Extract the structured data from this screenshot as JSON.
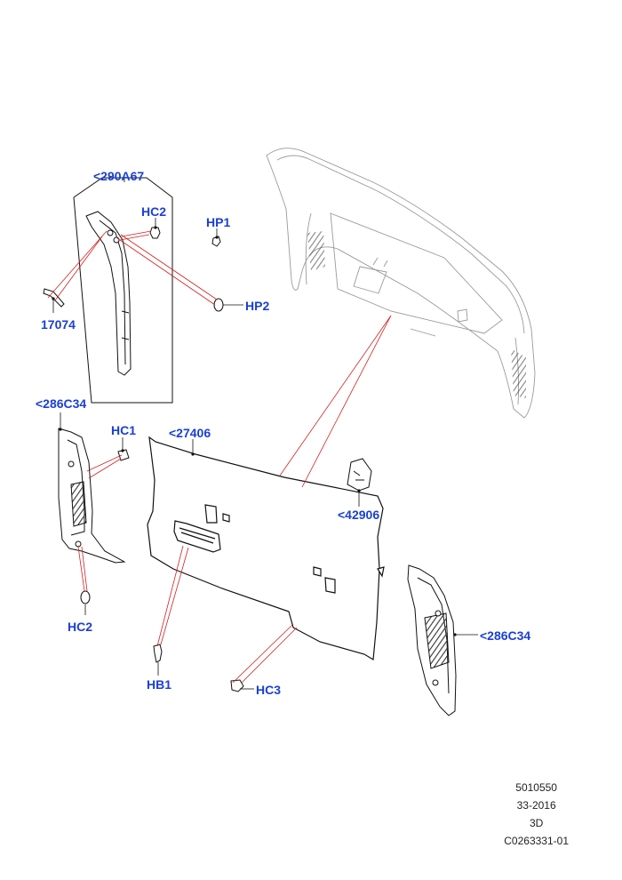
{
  "colors": {
    "callout": "#1a3fd6",
    "leader": "#d42020",
    "outline": "#111111",
    "ghost": "#9a9a9a",
    "hatch": "#333333"
  },
  "callouts": {
    "upper_trim": "<290A67",
    "hc2_top": "HC2",
    "hp1": "HP1",
    "hp2": "HP2",
    "part_17074": "17074",
    "left_trim": "<286C34",
    "hc1": "HC1",
    "main_trim": "<27406",
    "cover_42906": "<42906",
    "hc2_bottom": "HC2",
    "right_trim": "<286C34",
    "hb1": "HB1",
    "hc3": "HC3"
  },
  "reference": {
    "line1": "5010550",
    "line2": "33-2016",
    "line3": "3D",
    "line4": "C0263331-01"
  }
}
